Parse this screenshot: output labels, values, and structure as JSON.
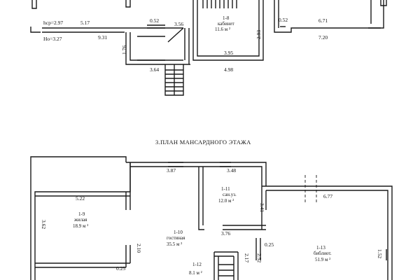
{
  "plan_title": "3.ПЛАН МАНСАРДНОГО ЭТАЖА",
  "upper_floor": {
    "dimensions": {
      "hcp": "hcp=2.97",
      "ho": "Ho=3.27",
      "d_5_17": "5.17",
      "d_9_31": "9.31",
      "d_0_52_a": "0.52",
      "d_3_56": "3.56",
      "d_1_76": "1.76",
      "d_3_64": "3.64",
      "d_2_93": "2.93",
      "d_3_95": "3.95",
      "d_4_98": "4.98",
      "d_0_52_b": "0.52",
      "d_6_71": "6.71",
      "d_7_20": "7.20"
    },
    "rooms": [
      {
        "id": "1-8",
        "name": "кабинет",
        "area": "11.6 м ²"
      }
    ]
  },
  "mansard_floor": {
    "dimensions": {
      "d_3_87": "3.87",
      "d_3_48": "3.48",
      "d_5_22": "5.22",
      "d_3_41": "3.41",
      "d_6_77": "6.77",
      "d_3_62": "3.62",
      "d_3_76": "3.76",
      "d_0_25_a": "0.25",
      "d_2_10": "2.10",
      "d_0_25_b": "0.25",
      "d_2_17": "2.17",
      "d_2_52": "2.52",
      "d_1_52": "1.52"
    },
    "rooms": [
      {
        "id": "1-9",
        "name": "жилая",
        "area": "18.9 м ²"
      },
      {
        "id": "1-10",
        "name": "гостиная",
        "area": "35.5 м ²"
      },
      {
        "id": "1-11",
        "name": "сан.уз.",
        "area": "12.0 м ²"
      },
      {
        "id": "1-12",
        "name": "",
        "area": "8.1 м ²"
      },
      {
        "id": "1-13",
        "name": "библиот.",
        "area": "51.9 м ²"
      }
    ]
  }
}
